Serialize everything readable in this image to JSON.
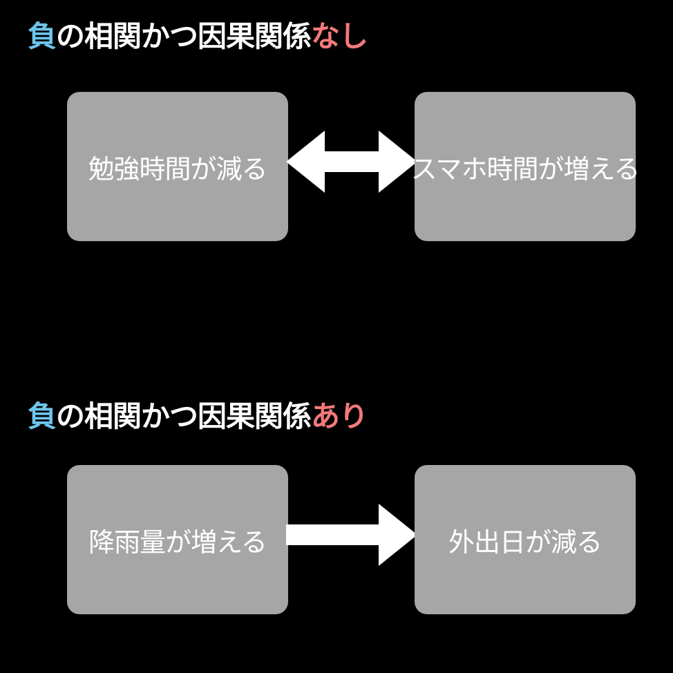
{
  "section1": {
    "title_neg": "負",
    "title_mid": "の相関かつ因果関係",
    "title_result": "なし",
    "left_box": "勉強時間が減る",
    "right_box": "スマホ時間が増える",
    "arrow_icon": "double-arrow-icon"
  },
  "section2": {
    "title_neg": "負",
    "title_mid": "の相関かつ因果関係",
    "title_result": "あり",
    "left_box": "降雨量が増える",
    "right_box": "外出日が減る",
    "arrow_icon": "right-arrow-icon"
  },
  "colors": {
    "background": "#000000",
    "box": "#a6a6a6",
    "negative_accent": "#6ec6ee",
    "result_accent": "#f47a7a",
    "text": "#ffffff"
  }
}
